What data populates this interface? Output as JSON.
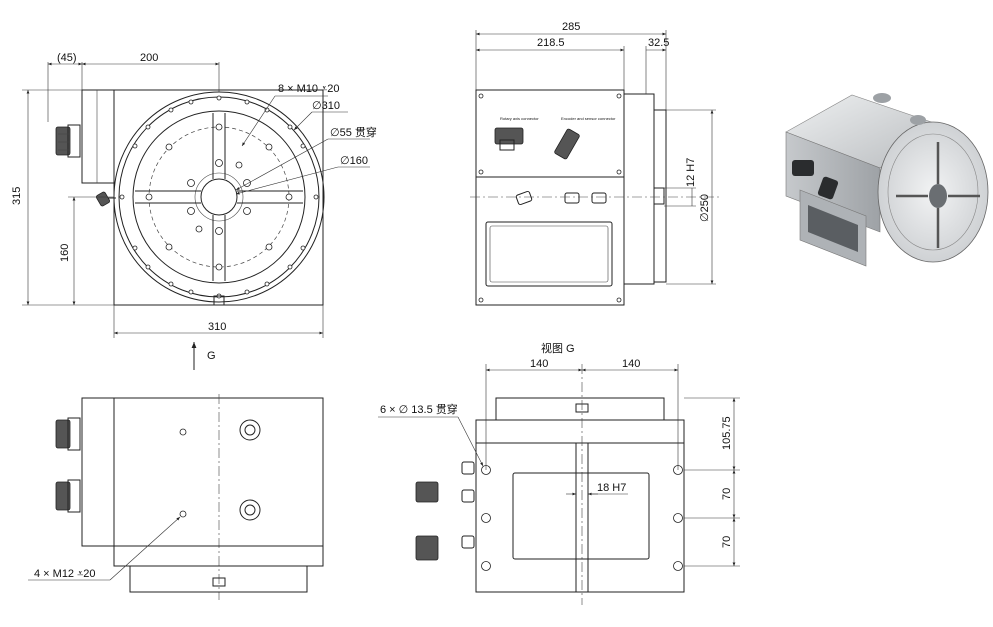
{
  "front_view": {
    "dims": {
      "d45": "(45)",
      "d200": "200",
      "d315": "315",
      "d160": "160",
      "d310": "310"
    },
    "callouts": {
      "m10": "8 × M10 ⩡20",
      "dia310": "∅310",
      "dia55": "∅55 贯穿",
      "dia160": "∅160"
    },
    "arrow_label": "G"
  },
  "side_view": {
    "dims": {
      "d285": "285",
      "d218": "218.5",
      "d32": "32.5",
      "h7": "12 H7",
      "dia250": "∅250"
    },
    "panel_labels": {
      "left_connector": "Rotary axis connector",
      "right_connector": "Encoder and sensor connector"
    }
  },
  "bottom_view": {
    "callouts": {
      "m12": "4 × M12 ⩡20"
    }
  },
  "view_g": {
    "title": "视图  G",
    "dims": {
      "d140a": "140",
      "d140b": "140",
      "d105": "105.75",
      "d70a": "70",
      "d70b": "70",
      "h7": "18 H7"
    },
    "callouts": {
      "holes": "6 × ∅ 13.5 贯穿"
    }
  },
  "colors": {
    "line": "#222222",
    "render_body": "#d8dadc",
    "render_dark": "#2a2c2e"
  }
}
